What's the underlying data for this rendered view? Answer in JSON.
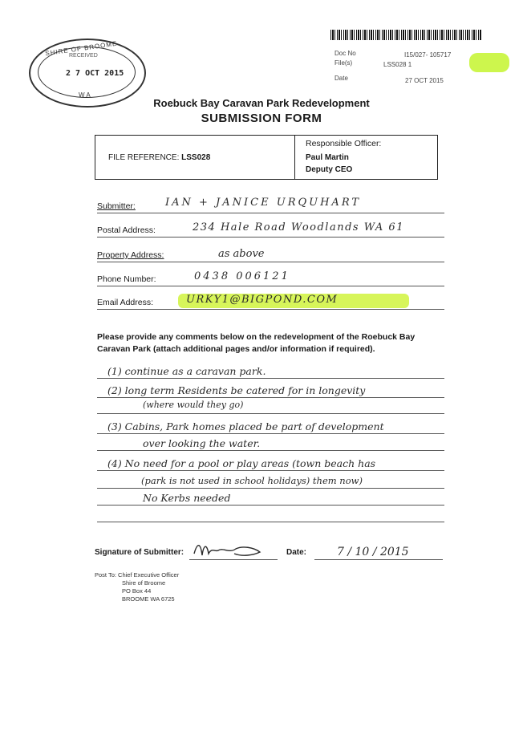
{
  "stamp": {
    "top_text": "SHIRE OF BROOME",
    "received": "RECEIVED",
    "date": "2 7 OCT 2015",
    "bottom_text": "W A"
  },
  "doc_meta": {
    "doc_no_label": "Doc No",
    "doc_no_value": "I15/027- 105717",
    "files_label": "File(s)",
    "files_value": "LSS028 1",
    "date_label": "Date",
    "date_value": "27 OCT 2015"
  },
  "header": {
    "title": "Roebuck Bay Caravan Park Redevelopment",
    "subtitle": "SUBMISSION FORM"
  },
  "reference": {
    "file_ref_label": "FILE REFERENCE:",
    "file_ref_code": "LSS028",
    "officer_title": "Responsible Officer:",
    "officer_name": "Paul Martin",
    "officer_role": "Deputy CEO"
  },
  "fields": {
    "submitter_label": "Submitter:",
    "submitter_value": "IAN + JANICE URQUHART",
    "postal_label": "Postal Address:",
    "postal_value": "234 Hale Road   Woodlands WA   61",
    "property_label": "Property Address:",
    "property_value": "as above",
    "phone_label": "Phone Number:",
    "phone_value": "0438 006121",
    "email_label": "Email Address:",
    "email_value": "URKY1@BIGPOND.COM"
  },
  "instructions": "Please provide any comments below on the redevelopment of the Roebuck Bay Caravan Park (attach additional pages and/or information if required).",
  "comments": [
    "(1)  continue as a caravan park.",
    "(2)  long term Residents be catered for in longevity",
    "(where would they go)",
    "(3)  Cabins, Park homes placed be part of development",
    "over looking the water.",
    "(4)  No need for a pool or play areas (town beach has",
    "(park is not used in school holidays)       them now)",
    "No Kerbs needed"
  ],
  "signature": {
    "label": "Signature of Submitter:",
    "date_label": "Date:",
    "date_value": "7 / 10 / 2015"
  },
  "post_to": {
    "line1": "Post To: Chief Executive Officer",
    "line2": "Shire of Broome",
    "line3": "PO Box 44",
    "line4": "BROOME  WA  6725"
  }
}
